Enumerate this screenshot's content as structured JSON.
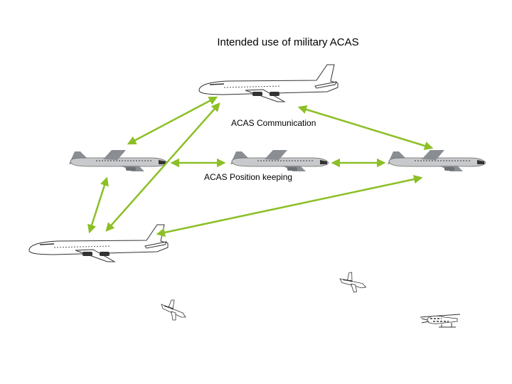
{
  "title": "Intended use of military ACAS",
  "labels": {
    "communication": "ACAS Communication",
    "position_keeping": "ACAS Position keeping"
  },
  "colors": {
    "arrow": "#8cbf26",
    "airliner_body": "#c8c9cc",
    "airliner_tail": "#8a8d92",
    "outline": "#333333"
  },
  "aircraft": [
    {
      "name": "jumbo-top",
      "type": "jumbo-jet-icon"
    },
    {
      "name": "airliner-left",
      "type": "airliner-icon"
    },
    {
      "name": "airliner-center",
      "type": "airliner-icon"
    },
    {
      "name": "airliner-right",
      "type": "airliner-icon"
    },
    {
      "name": "jumbo-bottom-left",
      "type": "jumbo-jet-icon"
    },
    {
      "name": "small-aircraft-left",
      "type": "small-aircraft-icon"
    },
    {
      "name": "small-aircraft-right",
      "type": "small-aircraft-icon"
    },
    {
      "name": "helicopter",
      "type": "helicopter-icon"
    }
  ]
}
